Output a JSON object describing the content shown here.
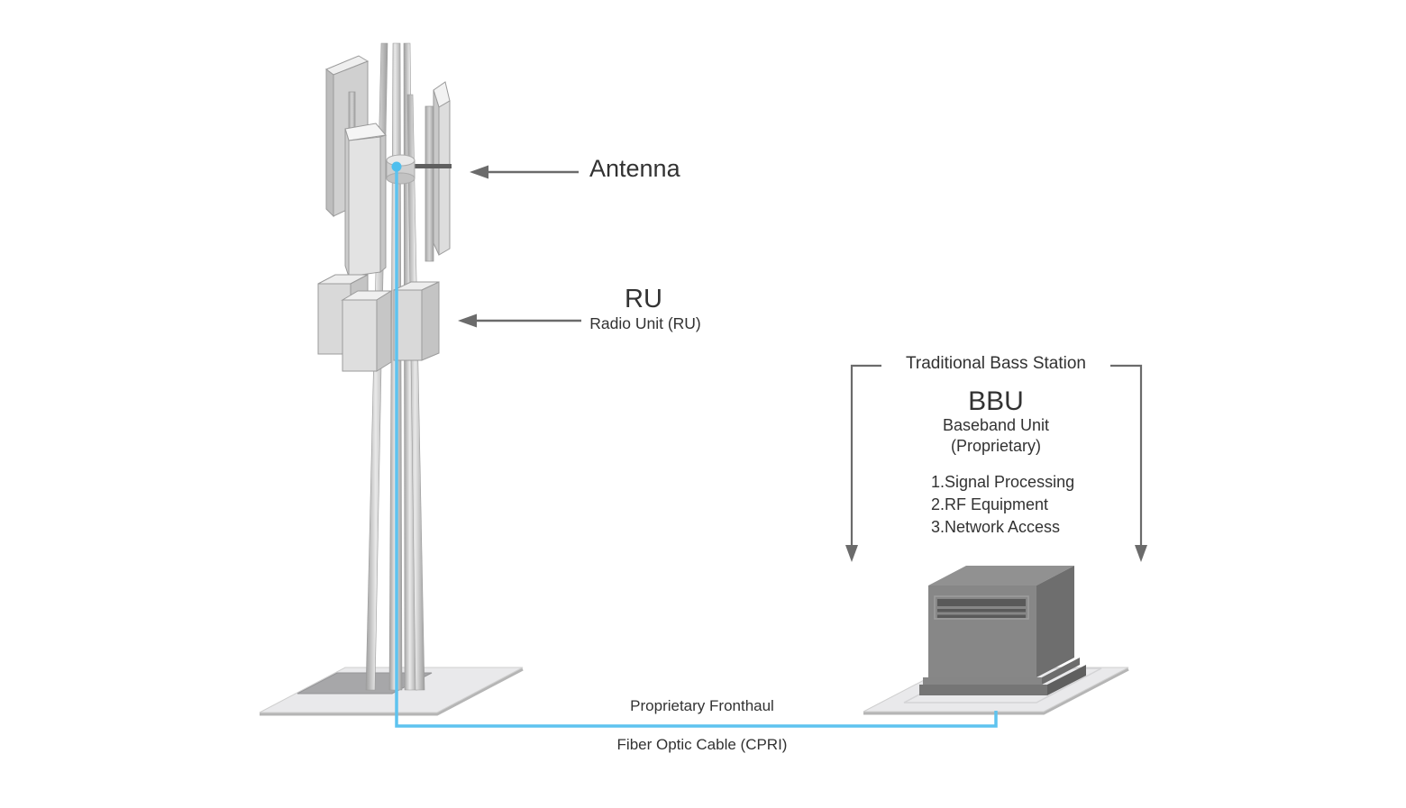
{
  "diagram": {
    "antenna_label": "Antenna",
    "ru": {
      "abbr": "RU",
      "full": "Radio Unit (RU)"
    },
    "base_station": {
      "bracket_label": "Traditional Bass Station"
    },
    "bbu": {
      "abbr": "BBU",
      "full": "Baseband Unit",
      "note": "(Proprietary)",
      "functions": [
        "1.Signal Processing",
        "2.RF Equipment",
        "3.Network Access"
      ]
    },
    "link": {
      "top_label": "Proprietary Fronthaul",
      "bottom_label": "Fiber Optic Cable (CPRI)"
    },
    "colors": {
      "cable_blue": "#5EC3EF",
      "arrow_gray": "#6b6b6b",
      "text_dark": "#323232"
    }
  }
}
